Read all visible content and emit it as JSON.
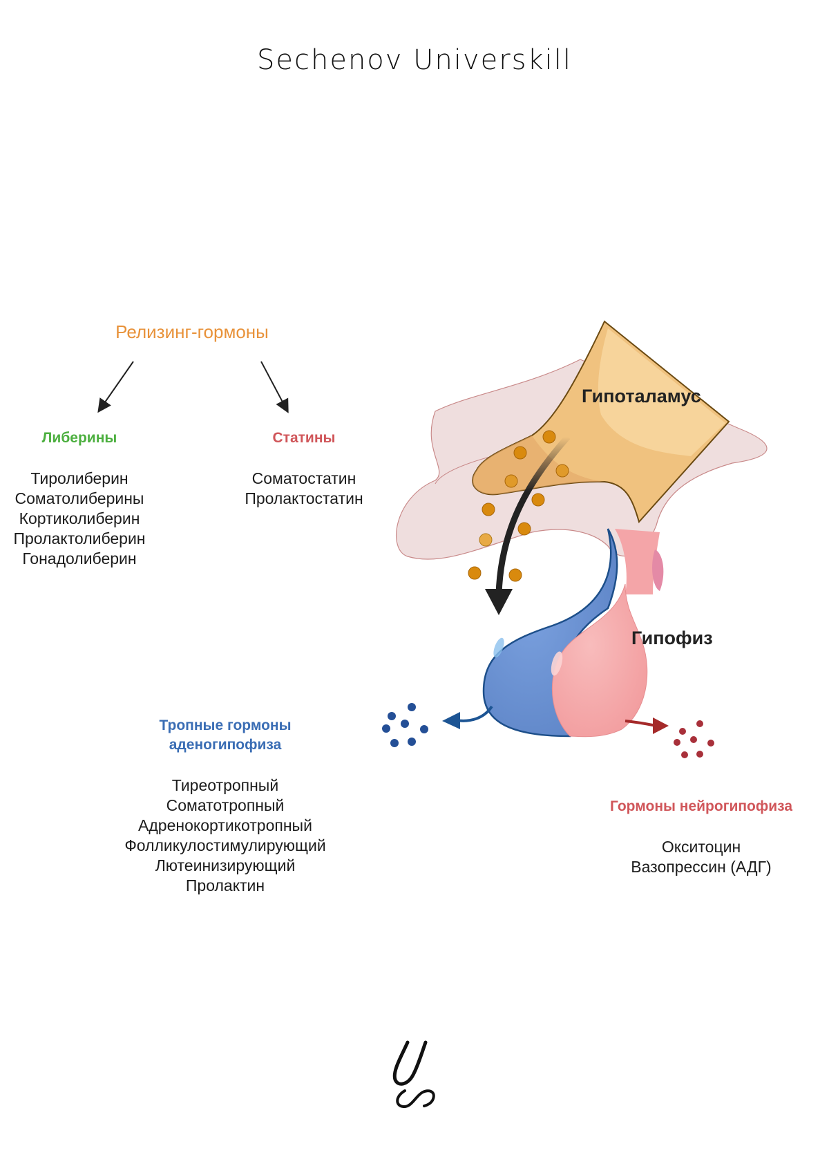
{
  "header": {
    "title": "Sechenov Universkill"
  },
  "colors": {
    "releasing": "#e8923a",
    "liberins": "#4caf3f",
    "statins": "#d0565a",
    "adeno": "#3a6db4",
    "neuro": "#d0565a",
    "hypothalamus_fill": "#f6cf95",
    "pituitary_anterior": "#6f95d6",
    "pituitary_posterior": "#f5a9aa",
    "granule": "#d98a0e"
  },
  "diagram": {
    "releasing_hormones": "Релизинг-гормоны",
    "liberins": {
      "title": "Либерины",
      "items": [
        "Тиролиберин",
        "Соматолиберины",
        "Кортиколиберин",
        "Пролактолиберин",
        "Гонадолиберин"
      ]
    },
    "statins": {
      "title": "Статины",
      "items": [
        "Соматостатин",
        "Пролактостатин"
      ]
    },
    "hypothalamus_label": "Гипоталамус",
    "pituitary_label": "Гипофиз",
    "adenohypophysis": {
      "title_line1": "Тропные гормоны",
      "title_line2": "аденогипофиза",
      "items": [
        "Тиреотропный",
        "Соматотропный",
        "Адренокортикотропный",
        "Фолликулостимулирующий",
        "Лютеинизирующий",
        "Пролактин"
      ]
    },
    "neurohypophysis": {
      "title": "Гормоны нейрогипофиза",
      "items": [
        "Окситоцин",
        "Вазопрессин (АДГ)"
      ]
    }
  },
  "footer": {
    "logo_icon": "us-monogram-logo"
  }
}
